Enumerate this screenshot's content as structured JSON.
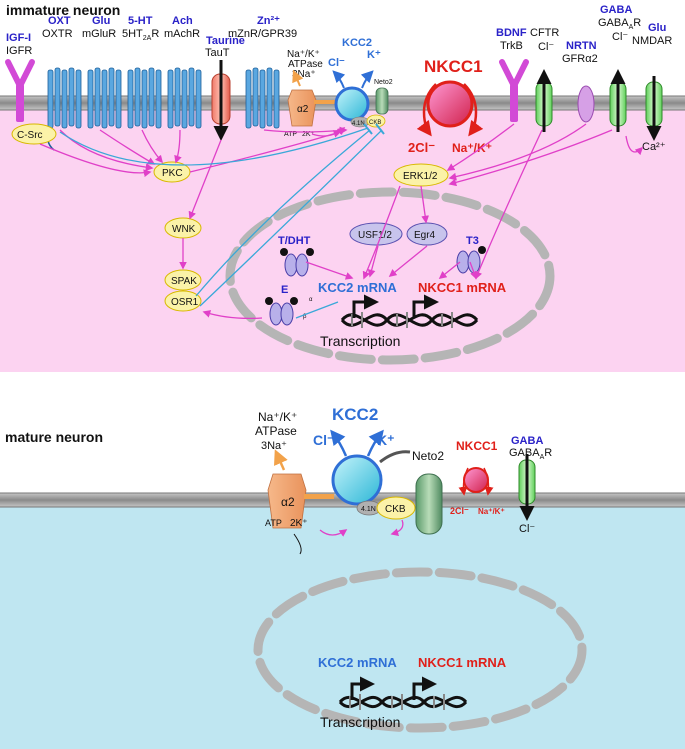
{
  "panels": {
    "immature": {
      "title": "immature neuron",
      "ligands": {
        "igf": "IGF-I",
        "oxt": "OXT",
        "glu": "Glu",
        "ht": "5-HT",
        "ach": "Ach",
        "taurine": "Taurine",
        "zn": "Zn²⁺",
        "bdnf": "BDNF",
        "nrtn": "NRTN",
        "gaba": "GABA",
        "glu2": "Glu"
      },
      "receptors": {
        "igfr": "IGFR",
        "oxtr": "OXTR",
        "mglur": "mGluR",
        "ht2a_main": "5HT",
        "ht2a_sub": "2A",
        "ht2a_end": "R",
        "machr": "mAchR",
        "taut": "TauT",
        "mznr": "mZnR/GPR39",
        "trkb": "TrkB",
        "cftr": "CFTR",
        "gfra": "GFRα2",
        "gabaar_main": "GABA",
        "gabaar_sub": "A",
        "gabaar_end": "R",
        "nmdar": "NMDAR"
      },
      "pump": {
        "line1": "Na⁺/K⁺",
        "line2": "ATPase",
        "line3": "3Na⁺",
        "alpha": "α2",
        "atp": "ATP",
        "k": "2K⁺"
      },
      "kcc2": {
        "label": "KCC2",
        "cl": "Cl⁻",
        "k": "K⁺",
        "neto2": "Neto2",
        "n41": "4.1N",
        "ckb": "CKB"
      },
      "nkcc1": {
        "label": "NKCC1",
        "cl": "2Cl⁻",
        "nak": "Na⁺/K⁺"
      },
      "ions": {
        "cftr_cl": "Cl⁻",
        "gaba_cl": "Cl⁻",
        "ca": "Ca²⁺"
      },
      "kinases": {
        "csrc": "C-Src",
        "pkc": "PKC",
        "erk": "ERK1/2",
        "wnk": "WNK",
        "spak": "SPAK",
        "osr1": "OSR1"
      },
      "nucleus": {
        "tdht": "T/DHT",
        "usf": "USF1/2",
        "egr4": "Egr4",
        "t3": "T3",
        "e": "E",
        "er_a": "α",
        "er_b": "β",
        "kcc2_mrna": "KCC2 mRNA",
        "nkcc1_mrna": "NKCC1 mRNA",
        "transcription": "Transcription"
      }
    },
    "mature": {
      "title": "mature neuron",
      "pump": {
        "line1": "Na⁺/K⁺",
        "line2": "ATPase",
        "line3": "3Na⁺",
        "alpha": "α2",
        "atp": "ATP",
        "k": "2K⁺"
      },
      "kcc2": {
        "label": "KCC2",
        "cl": "Cl⁻",
        "k": "K⁺",
        "neto2": "Neto2",
        "n41": "4.1N",
        "ckb": "CKB"
      },
      "nkcc1": {
        "label": "NKCC1",
        "cl": "2Cl⁻",
        "nak": "Na⁺/K⁺"
      },
      "gaba": {
        "ligand": "GABA",
        "rec_main": "GABA",
        "rec_sub": "A",
        "rec_end": "R",
        "cl": "Cl⁻"
      },
      "nucleus": {
        "kcc2_mrna": "KCC2 mRNA",
        "nkcc1_mrna": "NKCC1 mRNA",
        "transcription": "Transcription"
      }
    }
  },
  "colors": {
    "immature_cytoplasm": "#fcd3f1",
    "mature_cytoplasm": "#bfe6f1",
    "membrane": "#9a9a9a",
    "ligand_text": "#2a22c8",
    "kcc2": "#2f6fd6",
    "nkcc1": "#e0201a",
    "pathway_arrow": "#e040c8",
    "inhibit_line": "#3aa8d8",
    "kinase_fill": "#fbf2a8",
    "gpcr_fill": "#5aa7e0"
  },
  "icons": [
    "gpcr-icon",
    "y-receptor-icon",
    "channel-icon",
    "transporter-icon",
    "dna-icon",
    "receptor-dimer-icon"
  ]
}
